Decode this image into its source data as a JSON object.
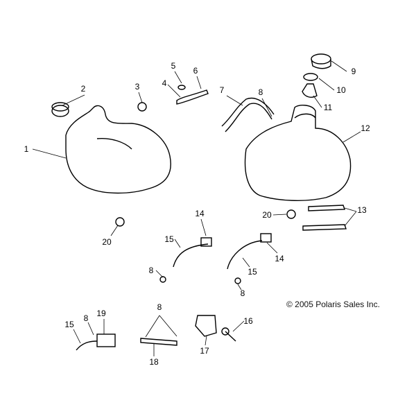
{
  "title": "Fuel tank assembly parts diagram",
  "copyright": "© 2005 Polaris Sales Inc.",
  "callouts": [
    "1",
    "2",
    "3",
    "4",
    "5",
    "6",
    "7",
    "8",
    "9",
    "10",
    "11",
    "12",
    "13",
    "14",
    "14",
    "15",
    "15",
    "20",
    "20",
    "8",
    "8",
    "16",
    "17",
    "18",
    "15",
    "8",
    "19",
    "8"
  ]
}
